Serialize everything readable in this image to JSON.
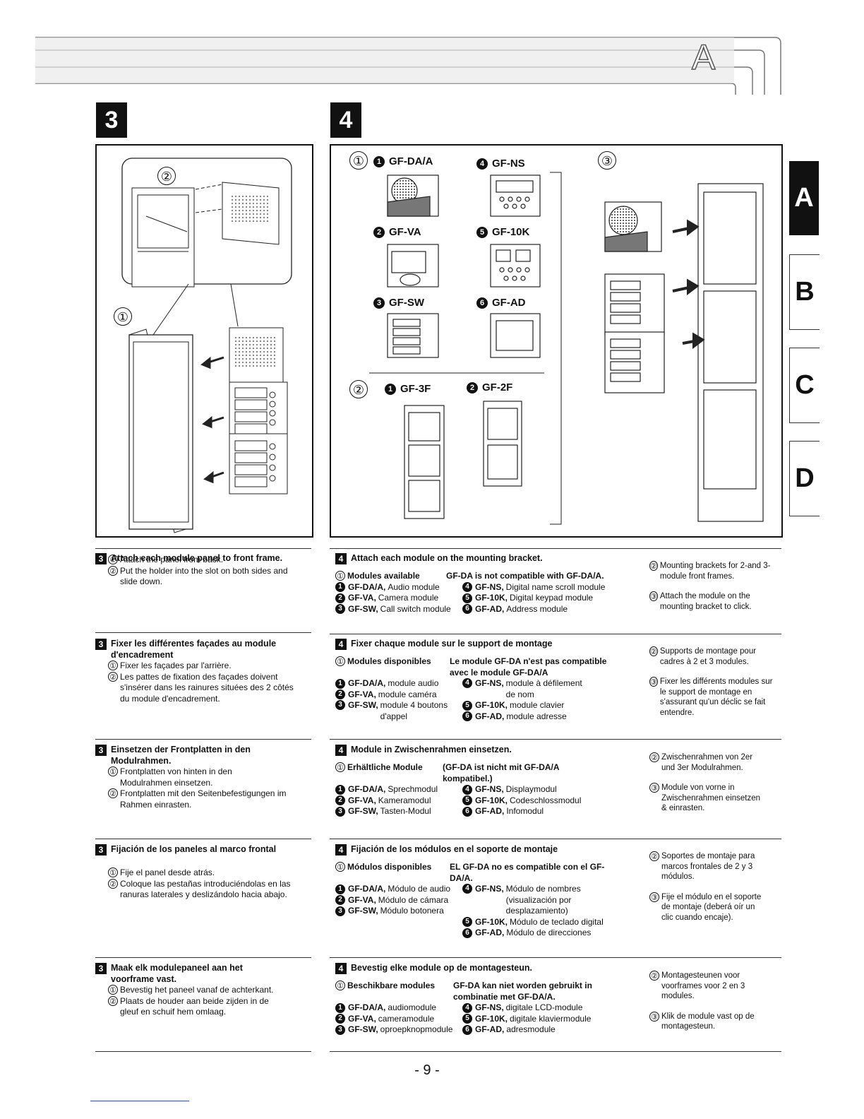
{
  "header_letter": "A",
  "side_tabs": [
    "A",
    "B",
    "C",
    "D"
  ],
  "steps": {
    "left": "3",
    "right": "4"
  },
  "figure3": {
    "callout_1": "①",
    "callout_2": "②"
  },
  "figure4": {
    "group1_label": "①",
    "group2_label": "②",
    "group3_label": "③",
    "modules": [
      {
        "num": "1",
        "name": "GF-DA/A"
      },
      {
        "num": "2",
        "name": "GF-VA"
      },
      {
        "num": "3",
        "name": "GF-SW"
      },
      {
        "num": "4",
        "name": "GF-NS"
      },
      {
        "num": "5",
        "name": "GF-10K"
      },
      {
        "num": "6",
        "name": "GF-AD"
      }
    ],
    "frames": [
      {
        "num": "1",
        "name": "GF-3F"
      },
      {
        "num": "2",
        "name": "GF-2F"
      }
    ]
  },
  "sections": [
    {
      "left": {
        "num": "3",
        "title": "Attach each module panel to front frame.",
        "title2": "",
        "items": [
          {
            "n": "①",
            "t": "Attach the panel from back."
          },
          {
            "n": "②",
            "t": "Put the holder into the slot on both sides and slide down."
          }
        ]
      },
      "mid": {
        "num": "4",
        "title": "Attach each module on the mounting bracket.",
        "avail_label": "Modules available",
        "avail_note": "GF-DA is not compatible with GF-DA/A.",
        "mods": [
          {
            "n": "1",
            "b": "GF-DA/A,",
            "t": "Audio module"
          },
          {
            "n": "2",
            "b": "GF-VA,",
            "t": "Camera module"
          },
          {
            "n": "3",
            "b": "GF-SW,",
            "t": "Call switch module"
          },
          {
            "n": "4",
            "b": "GF-NS,",
            "t": "Digital name scroll module"
          },
          {
            "n": "5",
            "b": "GF-10K,",
            "t": "Digital keypad module"
          },
          {
            "n": "6",
            "b": "GF-AD,",
            "t": "Address module"
          }
        ]
      },
      "right": [
        {
          "n": "②",
          "t": "Mounting brackets for 2-and 3-module front frames."
        },
        {
          "n": "③",
          "t": "Attach the module on the mounting bracket to click."
        }
      ]
    },
    {
      "left": {
        "num": "3",
        "title": "Fixer les différentes façades au module",
        "title2": "d'encadrement",
        "items": [
          {
            "n": "①",
            "t": "Fixer les façades par l'arrière."
          },
          {
            "n": "②",
            "t": "Les pattes de fixation des façades doivent s'insérer dans les rainures situées des 2 côtés du module d'encadrement."
          }
        ]
      },
      "mid": {
        "num": "4",
        "title": "Fixer chaque module sur le support de montage",
        "avail_label": "Modules disponibles",
        "avail_note": "Le module GF-DA n'est pas compatible avec le module GF-DA/A",
        "mods": [
          {
            "n": "1",
            "b": "GF-DA/A,",
            "t": "module audio"
          },
          {
            "n": "2",
            "b": "GF-VA,",
            "t": "module caméra"
          },
          {
            "n": "3",
            "b": "GF-SW,",
            "t": "module 4 boutons d'appel"
          },
          {
            "n": "4",
            "b": "GF-NS,",
            "t": "module à défilement de nom"
          },
          {
            "n": "5",
            "b": "GF-10K,",
            "t": "module clavier"
          },
          {
            "n": "6",
            "b": "GF-AD,",
            "t": "module adresse"
          }
        ]
      },
      "right": [
        {
          "n": "②",
          "t": "Supports de montage pour cadres à 2 et 3 modules."
        },
        {
          "n": "③",
          "t": "Fixer les différents modules sur le support de montage en s'assurant qu'un déclic se fait entendre."
        }
      ]
    },
    {
      "left": {
        "num": "3",
        "title": "Einsetzen der Frontplatten in den",
        "title2": "Modulrahmen.",
        "items": [
          {
            "n": "①",
            "t": "Frontplatten von hinten in den Modulrahmen einsetzen."
          },
          {
            "n": "②",
            "t": "Frontplatten mit den Seitenbefestigungen im Rahmen einrasten."
          }
        ]
      },
      "mid": {
        "num": "4",
        "title": "Module in Zwischenrahmen einsetzen.",
        "avail_label": "Erhältliche Module",
        "avail_note": "(GF-DA ist nicht mit GF-DA/A kompatibel.)",
        "mods": [
          {
            "n": "1",
            "b": "GF-DA/A,",
            "t": "Sprechmodul"
          },
          {
            "n": "2",
            "b": "GF-VA,",
            "t": "Kameramodul"
          },
          {
            "n": "3",
            "b": "GF-SW,",
            "t": "Tasten-Modul"
          },
          {
            "n": "4",
            "b": "GF-NS,",
            "t": "Displaymodul"
          },
          {
            "n": "5",
            "b": "GF-10K,",
            "t": "Codeschlossmodul"
          },
          {
            "n": "6",
            "b": "GF-AD,",
            "t": "Infomodul"
          }
        ]
      },
      "right": [
        {
          "n": "②",
          "t": "Zwischenrahmen von 2er und 3er Modulrahmen."
        },
        {
          "n": "③",
          "t": "Module von vorne in Zwischenrahmen einsetzen & einrasten."
        }
      ]
    },
    {
      "left": {
        "num": "3",
        "title": "Fijación de los paneles al marco frontal",
        "title2": "",
        "items": [
          {
            "n": "①",
            "t": "Fije el panel desde atrás."
          },
          {
            "n": "②",
            "t": "Coloque las pestañas introduciéndolas en las ranuras laterales y deslizándolo hacia abajo."
          }
        ]
      },
      "mid": {
        "num": "4",
        "title": "Fijación de los módulos en el soporte de montaje",
        "avail_label": "Módulos disponibles",
        "avail_note": "EL GF-DA no es compatible con el GF-DA/A.",
        "mods": [
          {
            "n": "1",
            "b": "GF-DA/A,",
            "t": "Módulo de audio"
          },
          {
            "n": "2",
            "b": "GF-VA,",
            "t": "Módulo de cámara"
          },
          {
            "n": "3",
            "b": "GF-SW,",
            "t": "Módulo botonera"
          },
          {
            "n": "4",
            "b": "GF-NS,",
            "t": "Módulo de nombres (visualización por desplazamiento)"
          },
          {
            "n": "5",
            "b": "GF-10K,",
            "t": "Módulo de teclado digital"
          },
          {
            "n": "6",
            "b": "GF-AD,",
            "t": "Módulo de direcciones"
          }
        ]
      },
      "right": [
        {
          "n": "②",
          "t": "Soportes de montaje para marcos frontales de 2 y 3 módulos."
        },
        {
          "n": "③",
          "t": "Fije el módulo en el soporte de montaje (deberá oír un clic cuando encaje)."
        }
      ]
    },
    {
      "left": {
        "num": "3",
        "title": "Maak elk modulepaneel aan het",
        "title2": "voorframe vast.",
        "items": [
          {
            "n": "①",
            "t": "Bevestig het paneel vanaf de achterkant."
          },
          {
            "n": "②",
            "t": "Plaats de houder aan beide zijden in de gleuf en schuif hem omlaag."
          }
        ]
      },
      "mid": {
        "num": "4",
        "title": "Bevestig elke module op de montagesteun.",
        "avail_label": "Beschikbare modules",
        "avail_note": "GF-DA kan niet worden gebruikt in combinatie met GF-DA/A.",
        "mods": [
          {
            "n": "1",
            "b": "GF-DA/A,",
            "t": "audiomodule"
          },
          {
            "n": "2",
            "b": "GF-VA,",
            "t": "cameramodule"
          },
          {
            "n": "3",
            "b": "GF-SW,",
            "t": "oproepknopmodule"
          },
          {
            "n": "4",
            "b": "GF-NS,",
            "t": "digitale LCD-module"
          },
          {
            "n": "5",
            "b": "GF-10K,",
            "t": "digitale klaviermodule"
          },
          {
            "n": "6",
            "b": "GF-AD,",
            "t": "adresmodule"
          }
        ]
      },
      "right": [
        {
          "n": "②",
          "t": "Montagesteunen voor voorframes voor 2 en 3 modules."
        },
        {
          "n": "③",
          "t": "Klik de module vast op de montagesteun."
        }
      ]
    }
  ],
  "page_number": "- 9 -"
}
